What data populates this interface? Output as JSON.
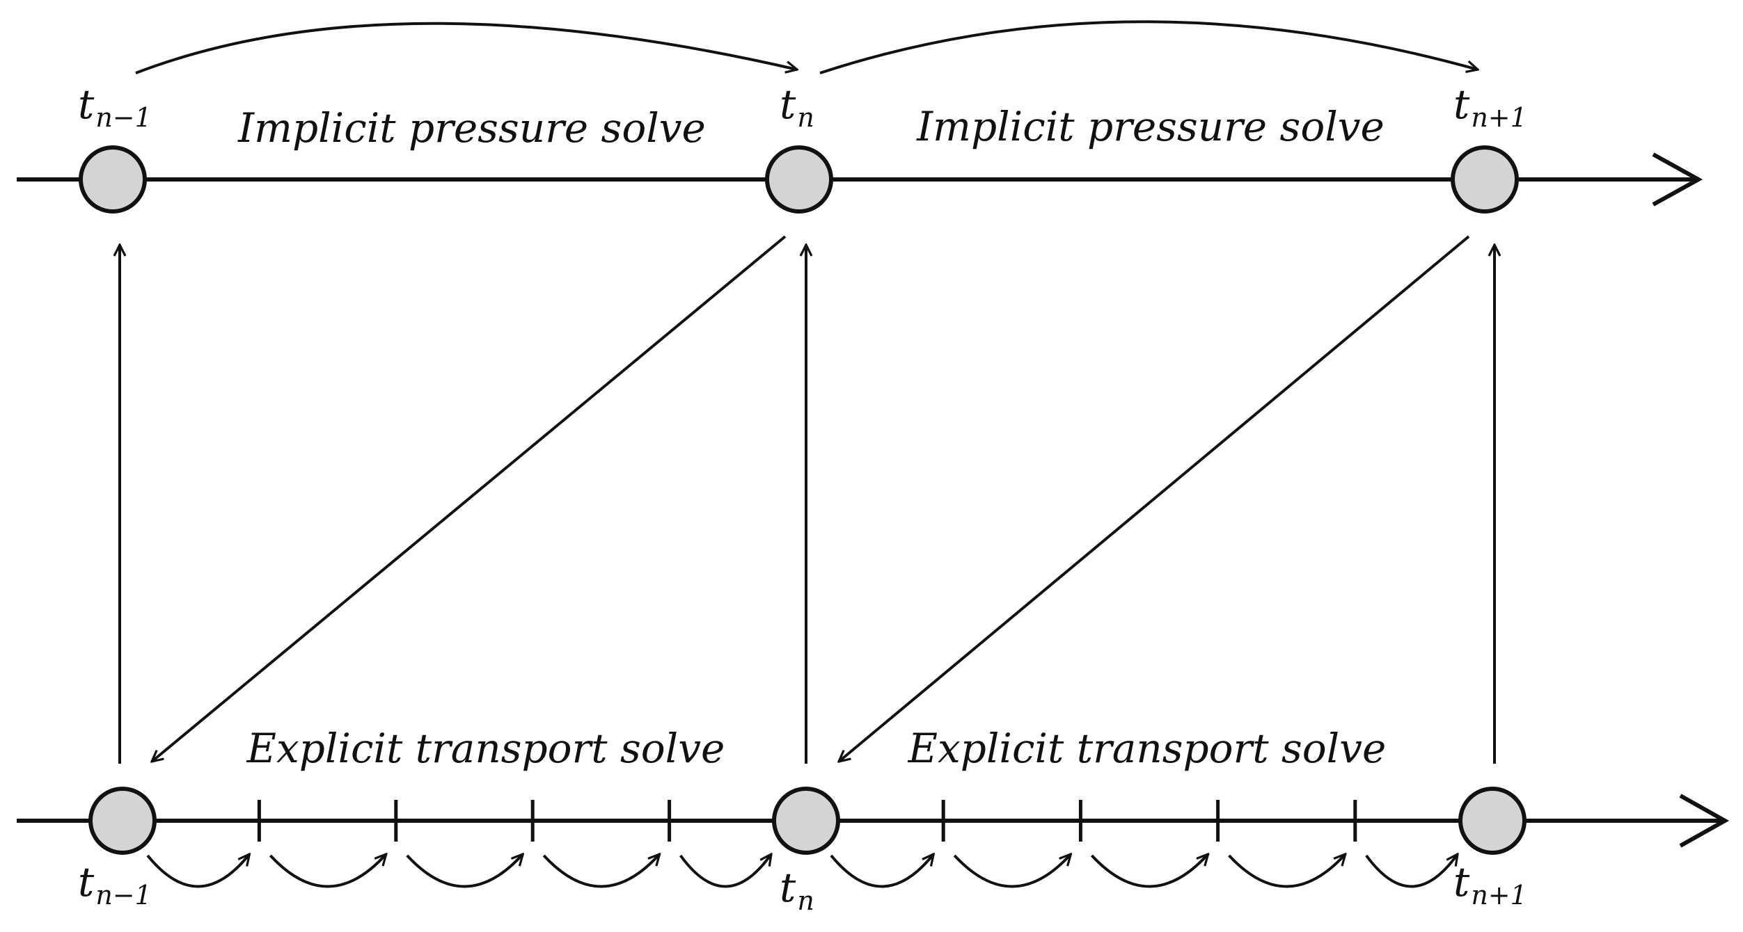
{
  "top_timeline": {
    "solve_label": "Implicit pressure solve",
    "nodes": [
      {
        "t": "t",
        "sub": "n−1"
      },
      {
        "t": "t",
        "sub": "n"
      },
      {
        "t": "t",
        "sub": "n+1"
      }
    ]
  },
  "bottom_timeline": {
    "solve_label": "Explicit transport solve",
    "substeps_per_interval": 5,
    "nodes": [
      {
        "t": "t",
        "sub": "n−1"
      },
      {
        "t": "t",
        "sub": "n"
      },
      {
        "t": "t",
        "sub": "n+1"
      }
    ]
  },
  "colors": {
    "line": "#111111",
    "node_fill": "#d4d4d4"
  }
}
